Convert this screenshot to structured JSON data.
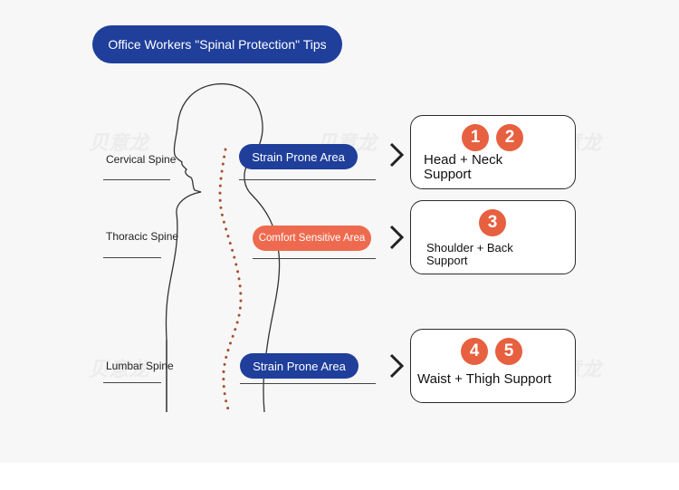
{
  "title": "Office Workers \"Spinal Protection\" Tips",
  "watermark": "贝意龙",
  "spine_labels": [
    "Cervical Spine",
    "Thoracic Spine",
    "Lumbar Spine"
  ],
  "areas": [
    {
      "label": "Strain Prone Area",
      "style": "blue"
    },
    {
      "label": "Comfort Sensitive Area",
      "style": "red"
    },
    {
      "label": "Strain Prone Area",
      "style": "blue"
    }
  ],
  "boxes": [
    {
      "numbers": [
        "1",
        "2"
      ],
      "label": "Head + Neck Support"
    },
    {
      "numbers": [
        "3"
      ],
      "label": "Shoulder + Back Support"
    },
    {
      "numbers": [
        "4",
        "5"
      ],
      "label": "Waist + Thigh Support"
    }
  ],
  "colors": {
    "blue": "#1f3f9b",
    "red_pill": "#ee6a4f",
    "badge": "#e7603f",
    "spine_dots": "#a8502e"
  }
}
